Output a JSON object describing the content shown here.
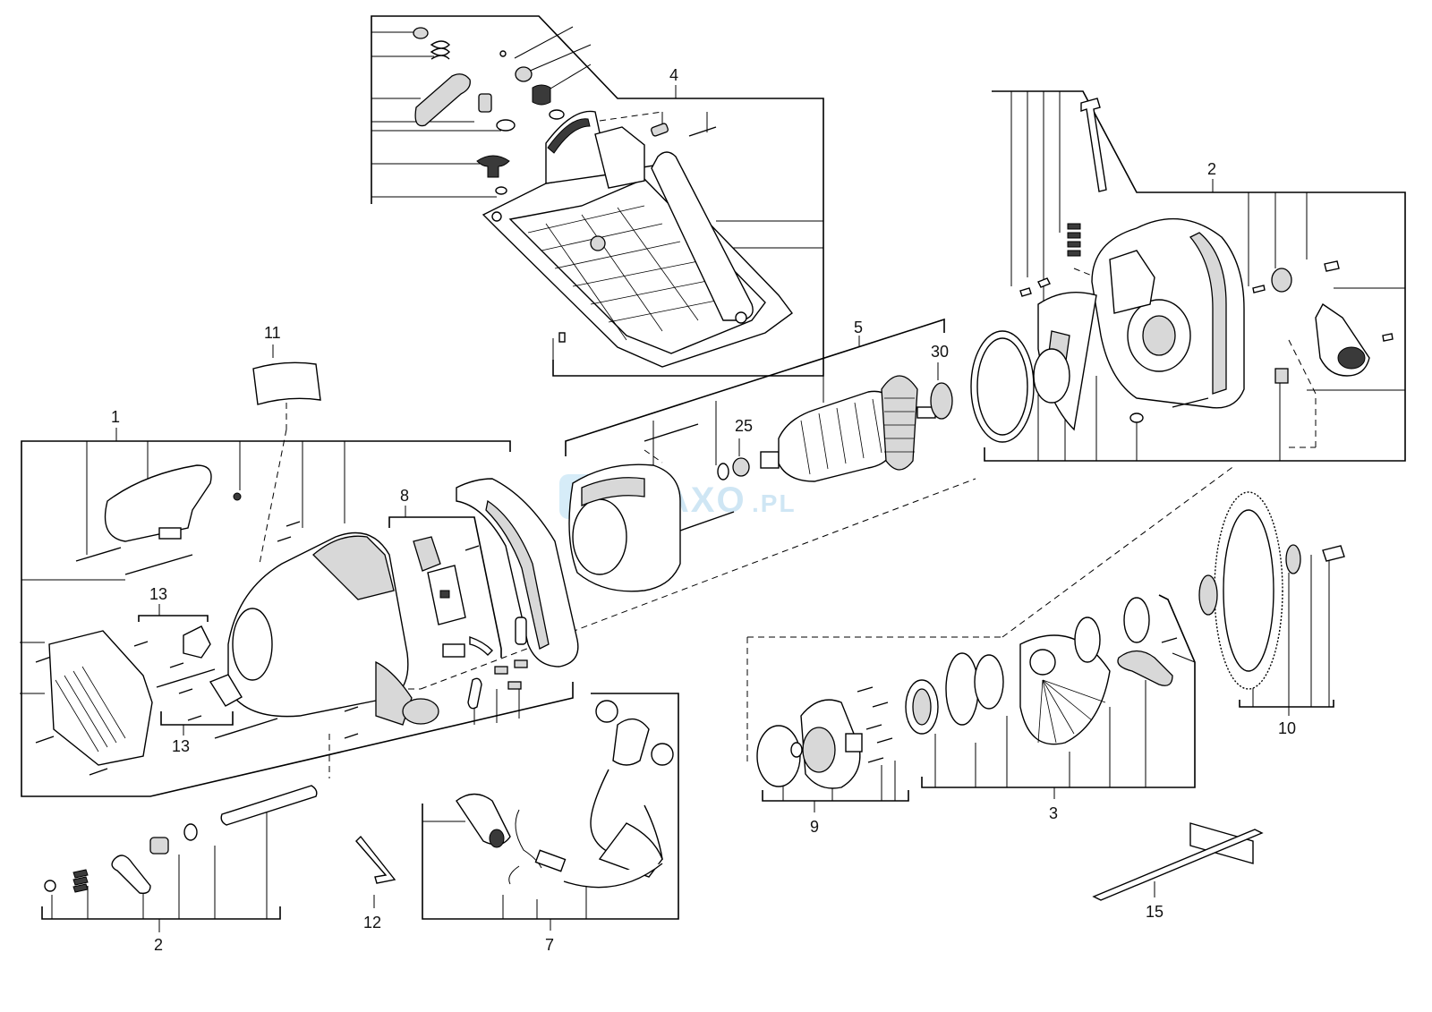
{
  "watermark": {
    "text": "BAXO",
    "suffix": ".PL",
    "color": "#cfe6f4"
  },
  "callouts": {
    "c1": "1",
    "c2_top": "2",
    "c2_bottom": "2",
    "c3": "3",
    "c4": "4",
    "c5": "5",
    "c7": "7",
    "c8": "8",
    "c9": "9",
    "c10": "10",
    "c11": "11",
    "c12": "12",
    "c13_top": "13",
    "c13_bottom": "13",
    "c15": "15",
    "c25": "25",
    "c30": "30"
  }
}
